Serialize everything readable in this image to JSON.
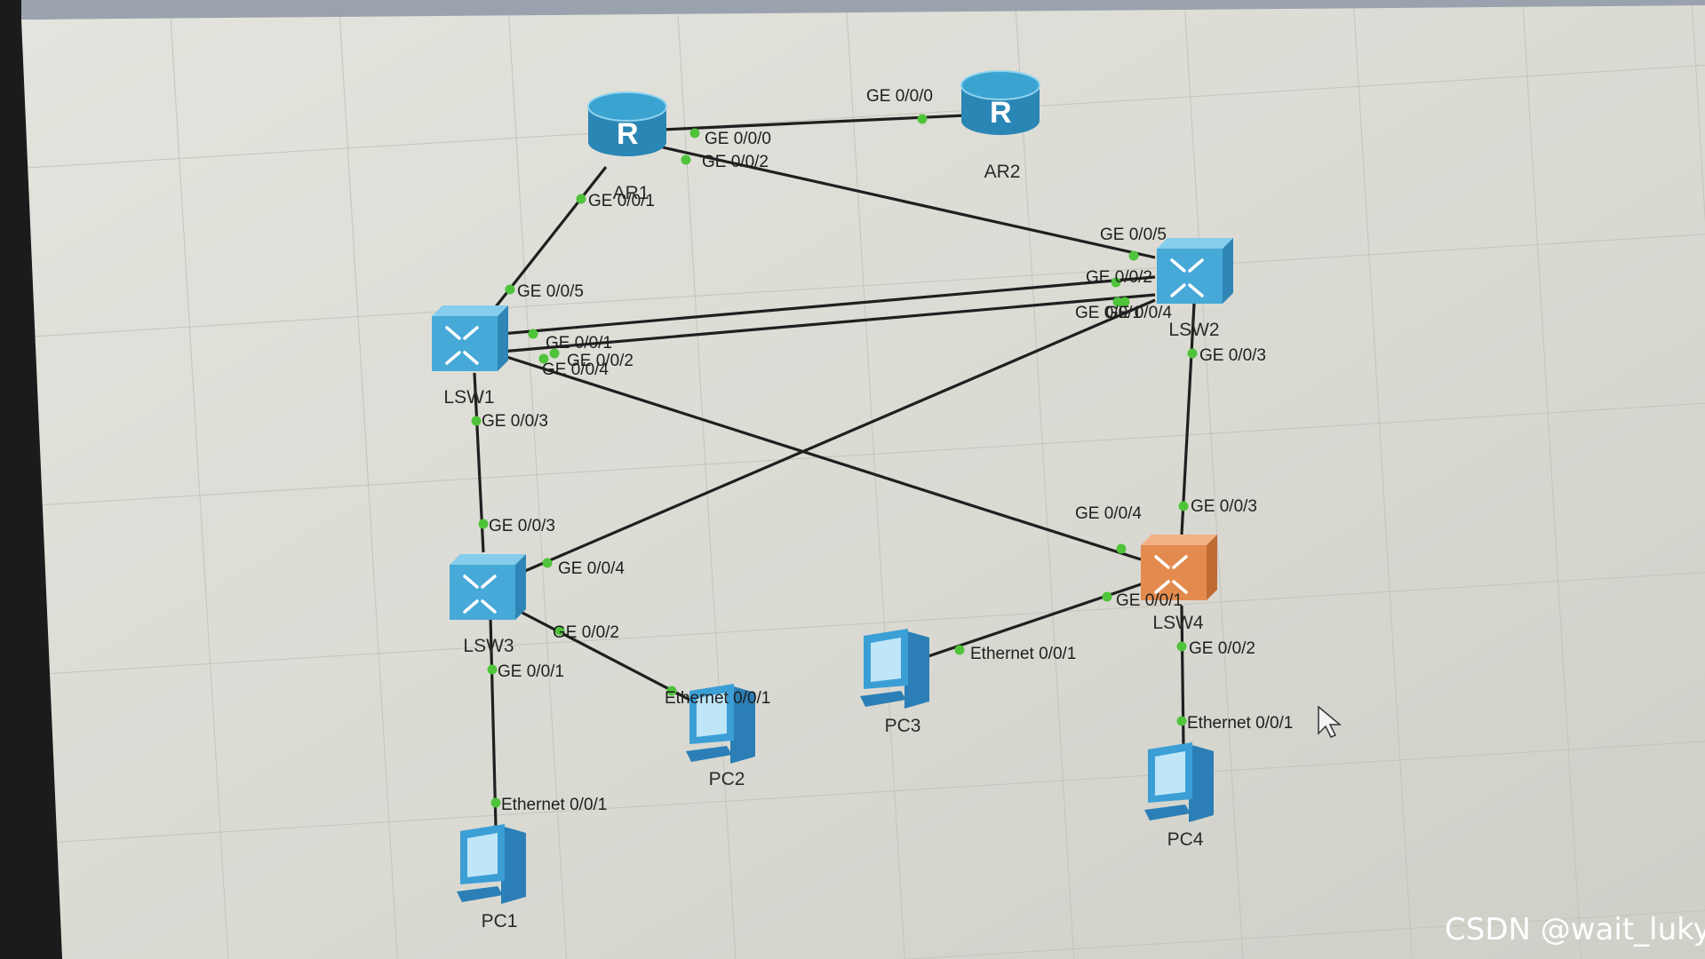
{
  "colors": {
    "canvas": "#dcdcd6",
    "grid": "#c4c4bd",
    "link": "#1f1f1f",
    "port": "#4fc43a",
    "router": "#3aa3cf",
    "switch": "#46a9d8",
    "switch_core": "#e38b4e",
    "pc": "#3b9fd6"
  },
  "devices": [
    {
      "id": "AR1",
      "label": "AR1",
      "kind": "router"
    },
    {
      "id": "AR2",
      "label": "AR2",
      "kind": "router"
    },
    {
      "id": "LSW1",
      "label": "LSW1",
      "kind": "switch"
    },
    {
      "id": "LSW2",
      "label": "LSW2",
      "kind": "switch"
    },
    {
      "id": "LSW3",
      "label": "LSW3",
      "kind": "switch"
    },
    {
      "id": "LSW4",
      "label": "LSW4",
      "kind": "switch-core"
    },
    {
      "id": "PC1",
      "label": "PC1",
      "kind": "pc"
    },
    {
      "id": "PC2",
      "label": "PC2",
      "kind": "pc"
    },
    {
      "id": "PC3",
      "label": "PC3",
      "kind": "pc"
    },
    {
      "id": "PC4",
      "label": "PC4",
      "kind": "pc"
    }
  ],
  "links": [
    {
      "from": "AR1",
      "to": "AR2",
      "from_port": "GE 0/0/0",
      "to_port": "GE 0/0/0"
    },
    {
      "from": "AR1",
      "to": "LSW2",
      "from_port": "GE 0/0/2",
      "to_port": "GE 0/0/5"
    },
    {
      "from": "AR1",
      "to": "LSW1",
      "from_port": "GE 0/0/1",
      "to_port": "GE 0/0/5"
    },
    {
      "from": "LSW1",
      "to": "LSW2",
      "from_port": "GE 0/0/1",
      "to_port": "GE 0/0/2"
    },
    {
      "from": "LSW1",
      "to": "LSW2",
      "from_port": "GE 0/0/2",
      "to_port": "GE 0/0/1"
    },
    {
      "from": "LSW1",
      "to": "LSW4",
      "from_port": "GE 0/0/4",
      "to_port": "GE 0/0/4"
    },
    {
      "from": "LSW1",
      "to": "LSW3",
      "from_port": "GE 0/0/3",
      "to_port": "GE 0/0/3"
    },
    {
      "from": "LSW3",
      "to": "LSW2",
      "from_port": "GE 0/0/4",
      "to_port": "GE 0/0/4"
    },
    {
      "from": "LSW2",
      "to": "LSW4",
      "from_port": "GE 0/0/3",
      "to_port": "GE 0/0/3"
    },
    {
      "from": "LSW3",
      "to": "PC2",
      "from_port": "GE 0/0/2",
      "to_port": "Ethernet 0/0/1"
    },
    {
      "from": "LSW3",
      "to": "PC1",
      "from_port": "GE 0/0/1",
      "to_port": "Ethernet 0/0/1"
    },
    {
      "from": "LSW4",
      "to": "PC3",
      "from_port": "GE 0/0/1",
      "to_port": "Ethernet 0/0/1"
    },
    {
      "from": "LSW4",
      "to": "PC4",
      "from_port": "GE 0/0/2",
      "to_port": "Ethernet 0/0/1"
    }
  ],
  "watermark": "CSDN @wait_luky"
}
